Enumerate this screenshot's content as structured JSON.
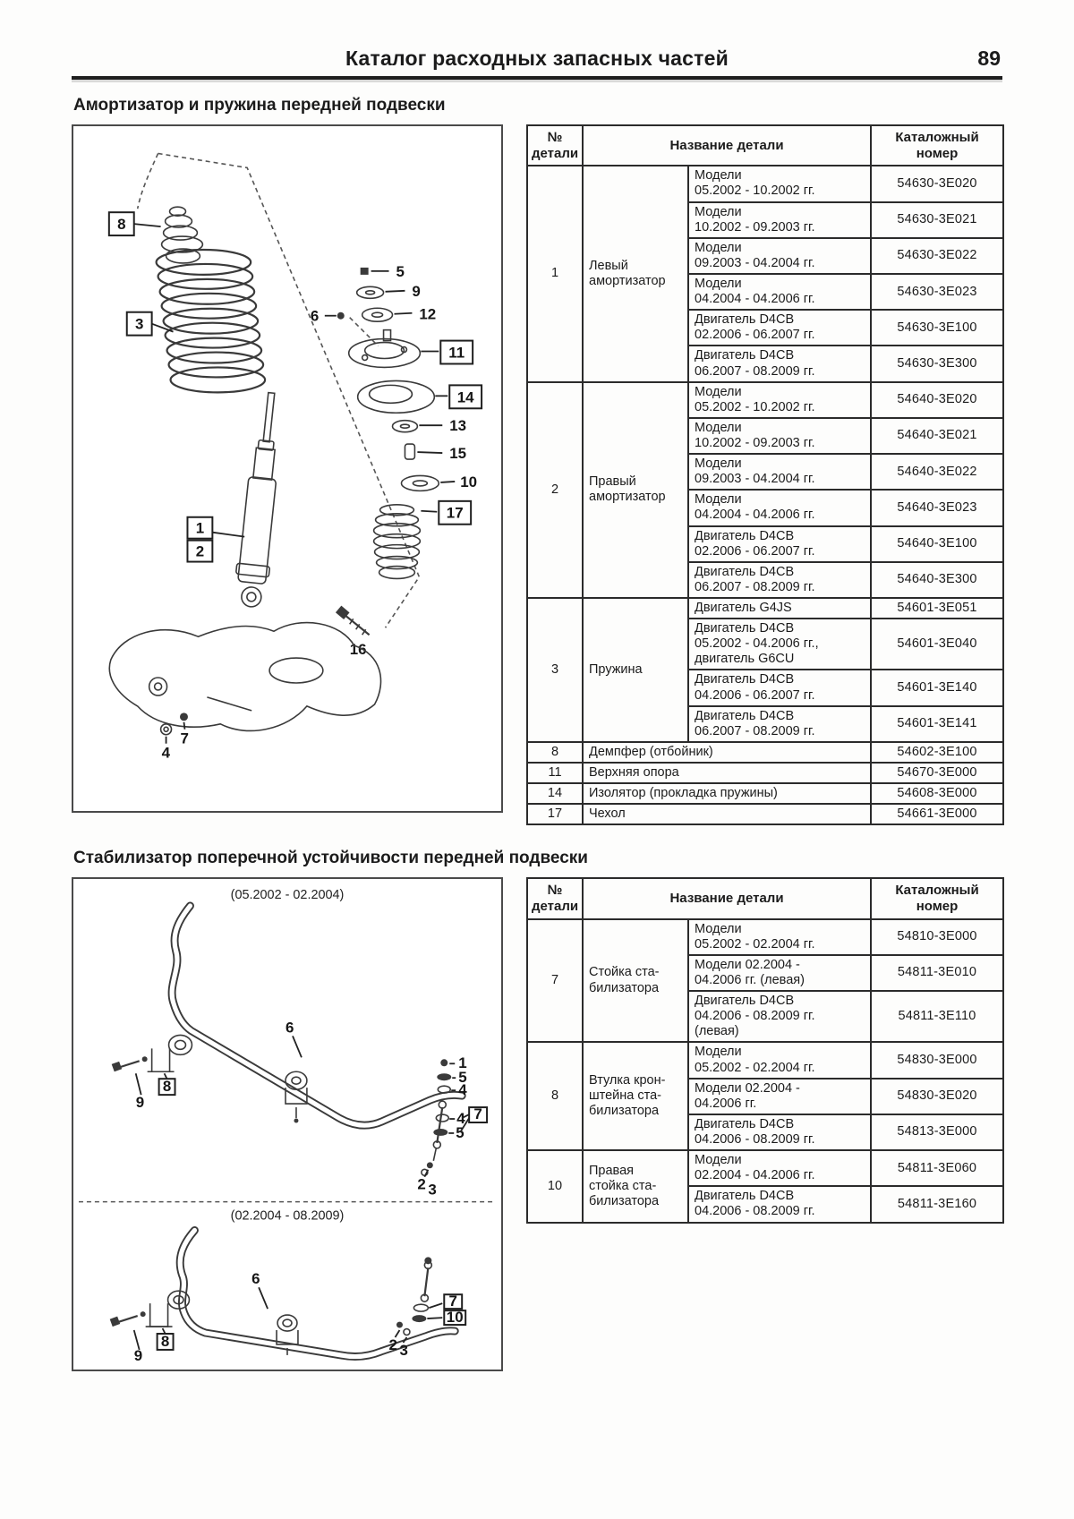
{
  "hdr": {
    "title": "Каталог расходных запасных частей",
    "page": "89"
  },
  "s1": {
    "title": "Амортизатор и пружина передней подвески"
  },
  "s2": {
    "title": "Стабилизатор поперечной устойчивости передней подвески"
  },
  "th": {
    "num": "№\nдетали",
    "name": "Название детали",
    "cat": "Каталожный\nномер"
  },
  "t1": {
    "g1": {
      "num": "1",
      "name": "Левый\nамортизатор",
      "v": [
        {
          "d": "Модели\n05.2002 - 10.2002 гг.",
          "c": "54630-3E020"
        },
        {
          "d": "Модели\n10.2002 - 09.2003 гг.",
          "c": "54630-3E021"
        },
        {
          "d": "Модели\n09.2003 - 04.2004 гг.",
          "c": "54630-3E022"
        },
        {
          "d": "Модели\n04.2004 - 04.2006 гг.",
          "c": "54630-3E023"
        },
        {
          "d": "Двигатель D4CB\n02.2006 - 06.2007 гг.",
          "c": "54630-3E100"
        },
        {
          "d": "Двигатель D4CB\n06.2007 - 08.2009 гг.",
          "c": "54630-3E300"
        }
      ]
    },
    "g2": {
      "num": "2",
      "name": "Правый\nамортизатор",
      "v": [
        {
          "d": "Модели\n05.2002 - 10.2002 гг.",
          "c": "54640-3E020"
        },
        {
          "d": "Модели\n10.2002 - 09.2003 гг.",
          "c": "54640-3E021"
        },
        {
          "d": "Модели\n09.2003 - 04.2004 гг.",
          "c": "54640-3E022"
        },
        {
          "d": "Модели\n04.2004 - 04.2006 гг.",
          "c": "54640-3E023"
        },
        {
          "d": "Двигатель D4CB\n02.2006 - 06.2007 гг.",
          "c": "54640-3E100"
        },
        {
          "d": "Двигатель D4CB\n06.2007 - 08.2009 гг.",
          "c": "54640-3E300"
        }
      ]
    },
    "g3": {
      "num": "3",
      "name": "Пружина",
      "v": [
        {
          "d": "Двигатель G4JS",
          "c": "54601-3E051"
        },
        {
          "d": "Двигатель D4CB\n05.2002 - 04.2006 гг.,\nдвигатель G6CU",
          "c": "54601-3E040"
        },
        {
          "d": "Двигатель D4CB\n04.2006 - 06.2007 гг.",
          "c": "54601-3E140"
        },
        {
          "d": "Двигатель D4CB\n06.2007 - 08.2009 гг.",
          "c": "54601-3E141"
        }
      ]
    },
    "s": [
      {
        "num": "8",
        "name": "Демпфер (отбойник)",
        "c": "54602-3E100"
      },
      {
        "num": "11",
        "name": "Верхняя опора",
        "c": "54670-3E000"
      },
      {
        "num": "14",
        "name": "Изолятор (прокладка пружины)",
        "c": "54608-3E000"
      },
      {
        "num": "17",
        "name": "Чехол",
        "c": "54661-3E000"
      }
    ]
  },
  "t2": {
    "g7": {
      "num": "7",
      "name": "Стойка ста-\nбилизатора",
      "v": [
        {
          "d": "Модели\n05.2002 - 02.2004 гг.",
          "c": "54810-3E000"
        },
        {
          "d": "Модели 02.2004 -\n04.2006 гг. (левая)",
          "c": "54811-3E010"
        },
        {
          "d": "Двигатель D4CB\n04.2006 - 08.2009 гг.\n(левая)",
          "c": "54811-3E110"
        }
      ]
    },
    "g8": {
      "num": "8",
      "name": "Втулка крон-\nштейна ста-\nбилизатора",
      "v": [
        {
          "d": "Модели\n05.2002 - 02.2004 гг.",
          "c": "54830-3E000"
        },
        {
          "d": "Модели 02.2004 -\n04.2006 гг.",
          "c": "54830-3E020"
        },
        {
          "d": "Двигатель D4CB\n04.2006 - 08.2009 гг.",
          "c": "54813-3E000"
        }
      ]
    },
    "g10": {
      "num": "10",
      "name": "Правая\nстойка ста-\nбилизатора",
      "v": [
        {
          "d": "Модели\n02.2004 - 04.2006 гг.",
          "c": "54811-3E060"
        },
        {
          "d": "Двигатель D4CB\n04.2006 - 08.2009 гг.",
          "c": "54811-3E160"
        }
      ]
    }
  },
  "d1": {
    "l": {
      "b8": "8",
      "b3": "3",
      "b1": "1",
      "b2": "2",
      "b11": "11",
      "b14": "14",
      "b17": "17",
      "p5": "5",
      "p9": "9",
      "p6": "6",
      "p12": "12",
      "p13": "13",
      "p15": "15",
      "p10": "10",
      "p16": "16",
      "p4": "4",
      "p7": "7"
    }
  },
  "d2": {
    "cap1": "(05.2002 - 02.2004)",
    "cap2": "(02.2004 - 08.2009)",
    "l": {
      "p9a": "9",
      "b8a": "8",
      "p6a": "6",
      "p1": "1",
      "p5a": "5",
      "p4a": "4",
      "p4b": "4",
      "p5b": "5",
      "b7a": "7",
      "p2a": "2",
      "p3a": "3",
      "p6b": "6",
      "p9b": "9",
      "b8b": "8",
      "p2b": "2",
      "p3b": "3",
      "b7b": "7",
      "b10": "10"
    }
  }
}
